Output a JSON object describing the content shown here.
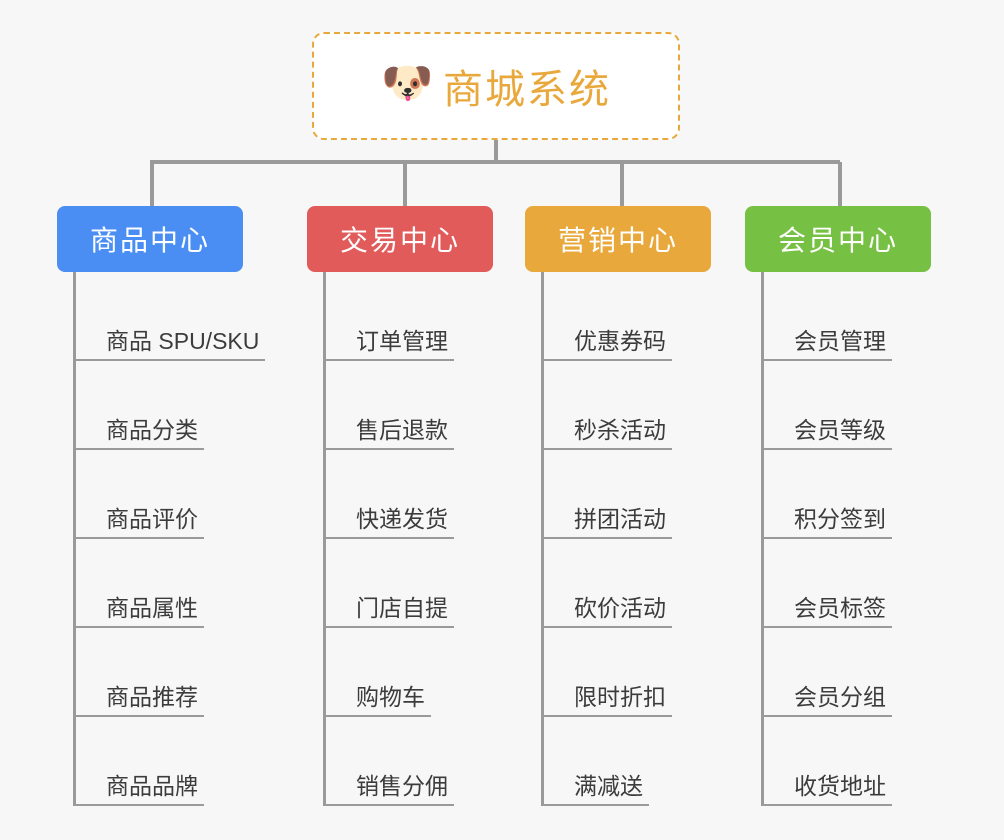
{
  "background_color": "#f7f7f7",
  "connector_color": "#9a9a9a",
  "root": {
    "icon": "shiba-dog-face-icon",
    "icon_glyph": "🐶",
    "title": "商城系统",
    "text_color": "#e9a83c",
    "border_color": "#e9a83c",
    "background_color": "#ffffff"
  },
  "columns": [
    {
      "id": "product-center",
      "label": "商品中心",
      "color": "#4a8ef4",
      "items": [
        "商品 SPU/SKU",
        "商品分类",
        "商品评价",
        "商品属性",
        "商品推荐",
        "商品品牌"
      ]
    },
    {
      "id": "trade-center",
      "label": "交易中心",
      "color": "#e15b5b",
      "items": [
        "订单管理",
        "售后退款",
        "快递发货",
        "门店自提",
        "购物车",
        "销售分佣"
      ]
    },
    {
      "id": "marketing-center",
      "label": "营销中心",
      "color": "#e9a83c",
      "items": [
        "优惠券码",
        "秒杀活动",
        "拼团活动",
        "砍价活动",
        "限时折扣",
        "满减送"
      ]
    },
    {
      "id": "member-center",
      "label": "会员中心",
      "color": "#76c043",
      "items": [
        "会员管理",
        "会员等级",
        "积分签到",
        "会员标签",
        "会员分组",
        "收货地址"
      ]
    }
  ]
}
